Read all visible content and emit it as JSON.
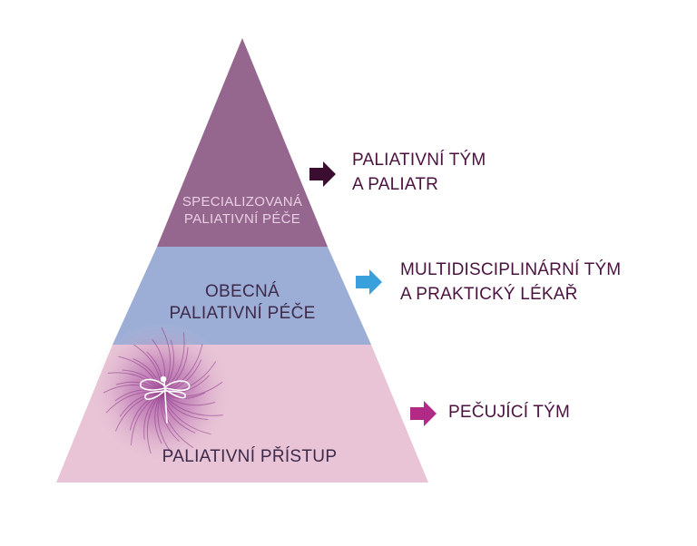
{
  "diagram": {
    "tiers": [
      {
        "id": "top",
        "lines": [
          "SPECIALIZOVANÁ",
          "PALIATIVNÍ PÉČE"
        ],
        "fill": "#95678f",
        "text_color": "#e9cfe2",
        "arrow_color": "#3a0d31",
        "side_lines": [
          "PALIATIVNÍ TÝM",
          "A PALIATR"
        ]
      },
      {
        "id": "middle",
        "lines": [
          "OBECNÁ",
          "PALIATIVNÍ PÉČE"
        ],
        "fill": "#9caed6",
        "text_color": "#3d2a4a",
        "arrow_color": "#3aa0dc",
        "side_lines": [
          "MULTIDISCIPLINÁRNÍ TÝM",
          "A PRAKTICKÝ LÉKAŘ"
        ]
      },
      {
        "id": "bottom",
        "lines": [
          "PALIATIVNÍ PŘÍSTUP"
        ],
        "fill": "#e8c4d6",
        "text_color": "#3d2a4a",
        "arrow_color": "#b02a86",
        "side_lines": [
          "PEČUJÍCÍ TÝM"
        ]
      }
    ],
    "side_text_color": "#4b1240",
    "decoration_icon": "dragonfly-flower-icon"
  }
}
